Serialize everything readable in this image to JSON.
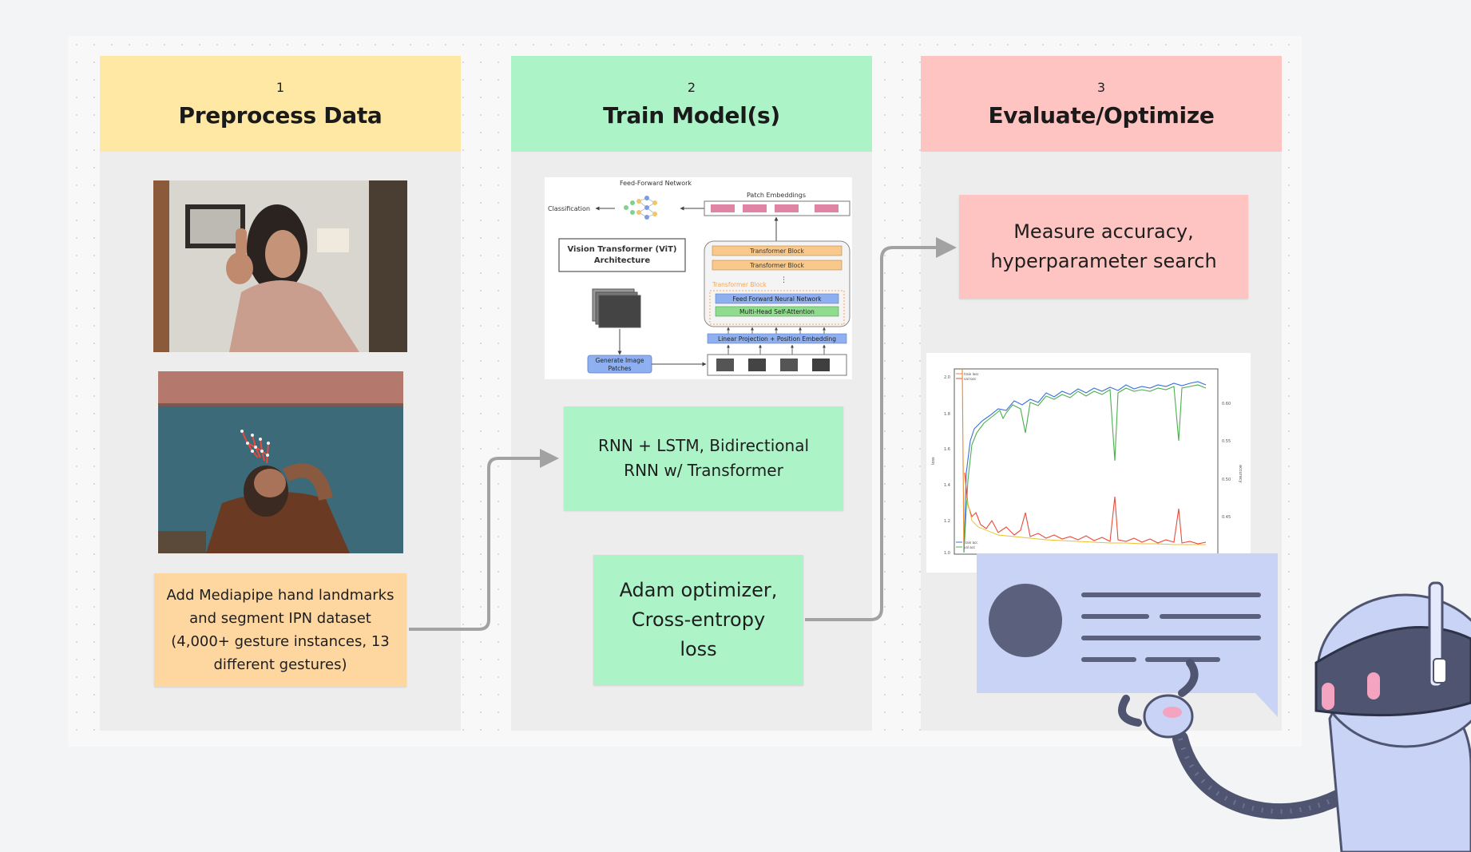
{
  "columns": [
    {
      "number": "1",
      "title": "Preprocess Data"
    },
    {
      "number": "2",
      "title": "Train Model(s)"
    },
    {
      "number": "3",
      "title": "Evaluate/Optimize"
    }
  ],
  "notes": {
    "preprocess": "Add Mediapipe hand landmarks and segment IPN dataset (4,000+ gesture instances, 13 different gestures)",
    "rnn": "RNN + LSTM, Bidirectional RNN w/ Transformer",
    "adam": "Adam optimizer, Cross-entropy loss",
    "measure": "Measure accuracy, hyperparameter search"
  },
  "vit": {
    "ffn_label": "Feed-Forward Network",
    "classification": "Classification",
    "patch_embeddings": "Patch Embeddings",
    "title": "Vision Transformer (ViT) Architecture",
    "tb1": "Transformer Block",
    "tb2": "Transformer Block",
    "tb_dim": "Transformer Block",
    "ffnn": "Feed Forward Neural Network",
    "mhsa": "Multi-Head Self-Attention",
    "linear": "Linear Projection + Position Embedding",
    "gen_patches": "Generate Image Patches"
  },
  "colors": {
    "yellow": "#fee8a4",
    "green": "#adf3c8",
    "red": "#fec4c1",
    "orange": "#fdd6a0",
    "lavender": "#c9d3f5",
    "navy": "#5b607c"
  }
}
